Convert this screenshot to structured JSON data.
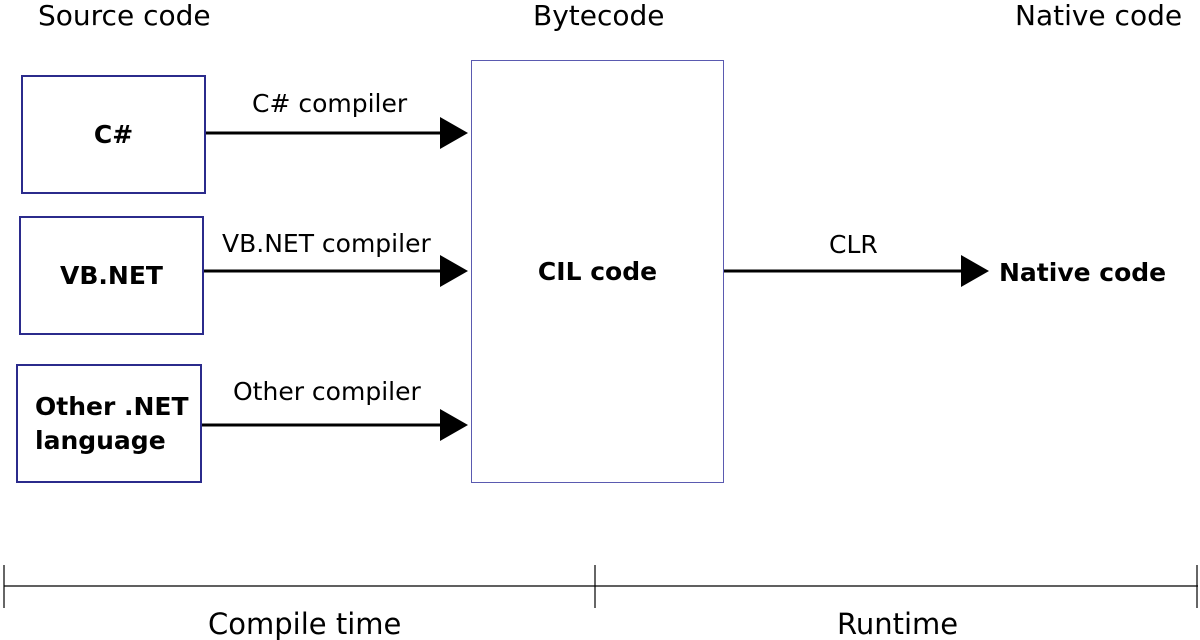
{
  "columns": {
    "source": "Source code",
    "bytecode": "Bytecode",
    "native": "Native code"
  },
  "nodes": {
    "csharp": "C#",
    "vbnet": "VB.NET",
    "other_line1": "Other .NET",
    "other_line2": "language",
    "cil": "CIL code",
    "native": "Native code"
  },
  "edges": {
    "csharp_compiler": "C# compiler",
    "vbnet_compiler": "VB.NET compiler",
    "other_compiler": "Other compiler",
    "clr": "CLR"
  },
  "timeline": {
    "compile_time": "Compile time",
    "runtime": "Runtime"
  },
  "colors": {
    "box_border": "#2b2b8c",
    "cil_border": "#5a5ab0",
    "arrow": "#000000"
  }
}
